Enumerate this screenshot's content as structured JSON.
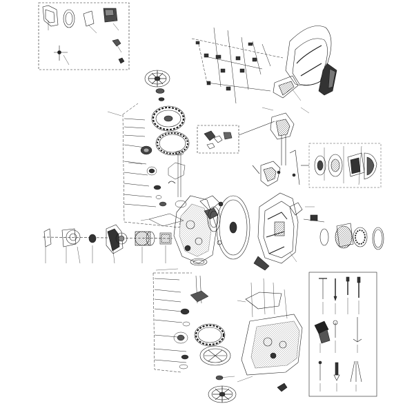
{
  "drawing": {
    "kind": "exploded-parts-diagram",
    "callout_labels_legible": false,
    "line_color": "#1a1a1a",
    "shade_color": "#3a3a3a",
    "background": "#ffffff",
    "insets": {
      "top_left": "detail-box",
      "bottom_right": "detail-box"
    }
  }
}
